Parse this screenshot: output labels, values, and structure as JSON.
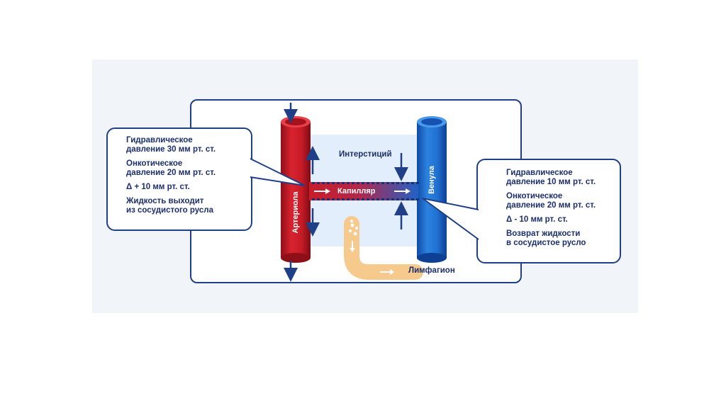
{
  "labels": {
    "interstitium": "Интерстиций",
    "capillary": "Капилляр",
    "arteriole": "Артериола",
    "venule": "Венула",
    "lymphagion": "Лимфагион"
  },
  "left_callout": {
    "hydraulic": "Гидравлическое\nдавление 30 мм рт. ст.",
    "oncotic": "Онкотическое\nдавление 20 мм рт. ст.",
    "delta": "Δ + 10 мм рт. ст.",
    "result": "Жидкость выходит\nиз сосудистого русла"
  },
  "right_callout": {
    "hydraulic": "Гидравлическое\nдавление 10 мм рт. ст.",
    "oncotic": "Онкотическое\nдавление 20 мм рт. ст.",
    "delta": "Δ - 10 мм рт. ст.",
    "result": "Возврат жидкости\nв сосудистое русло"
  },
  "colors": {
    "arteriole": "#d21f2b",
    "venule": "#1f6fd0",
    "frame": "#1f3f87",
    "lymph": "#f6c98c"
  }
}
